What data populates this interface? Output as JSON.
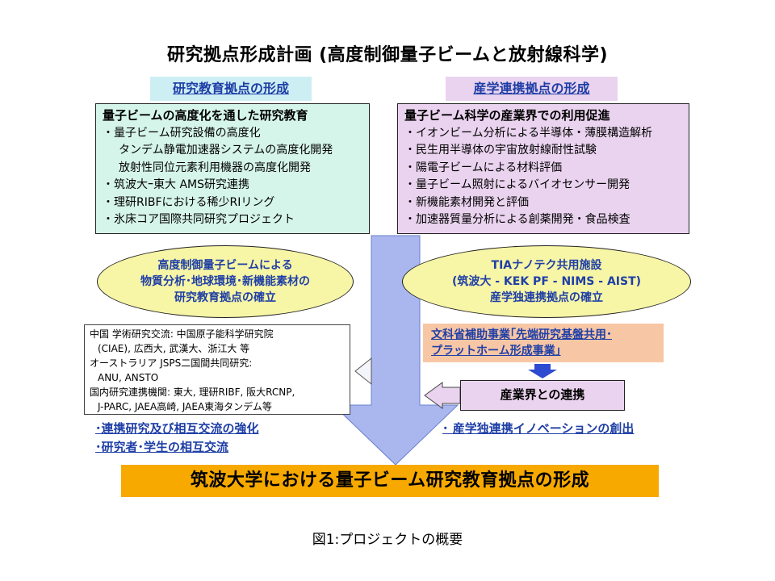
{
  "title": "研究拠点形成計画 (高度制御量子ビームと放射線科学)",
  "section_left": "研究教育拠点の形成",
  "section_right": "産学連携拠点の形成",
  "box_left": {
    "heading": "量子ビームの高度化を通した研究教育",
    "items": [
      "・量子ビーム研究設備の高度化",
      "タンデム静電加速器システムの高度化開発",
      "放射性同位元素利用機器の高度化開発",
      "・筑波大ｰ東大 AMS研究連携",
      "・理研RIBFにおける稀少RIリング",
      "・氷床コア国際共同研究プロジェクト"
    ]
  },
  "box_right": {
    "heading": "量子ビーム科学の産業界での利用促進",
    "items": [
      "・イオンビーム分析による半導体・薄膜構造解析",
      "・民生用半導体の宇宙放射線耐性試験",
      "・陽電子ビームによる材料評価",
      "・量子ビーム照射によるバイオセンサー開発",
      "・新機能素材開発と評価",
      "・加速器質量分析による創薬開発・食品検査"
    ]
  },
  "ellipse_left": {
    "lines": [
      "高度制御量子ビームによる",
      "物質分析･地球環境･新機能素材の",
      "研究教育拠点の確立"
    ]
  },
  "ellipse_right": {
    "lines": [
      "TIAナノテク共用施設",
      "(筑波大 - KEK PF - NIMS - AIST)",
      "産学独連携拠点の確立"
    ]
  },
  "collab": {
    "lines": [
      "中国 学術研究交流:  中国原子能科学研究院",
      "(CIAE), 広西大, 武漢大、浙江大 等",
      "オーストラリア JSPS二国間共同研究:",
      "ANU, ANSTO",
      "国内研究連携機関: 東大, 理研RIBF, 阪大RCNP,",
      "J-PARC, JAEA高崎, JAEA東海タンデム等"
    ]
  },
  "mext": {
    "lines": [
      "文科省補助事業｢先端研究基盤共用･",
      "プラットホーム形成事業｣"
    ]
  },
  "industry_label": "産業界との連携",
  "bullets_left": [
    "･連携研究及び相互交流の強化",
    "･研究者･学生の相互交流"
  ],
  "bullets_right": [
    "･ 産学独連携イノベーションの創出"
  ],
  "bottom_bar": "筑波大学における量子ビーム研究教育拠点の形成",
  "caption": "図1:プロジェクトの概要",
  "colors": {
    "left_section_bg": "#cdeff4",
    "right_section_bg": "#ead3ef",
    "left_box_bg": "#d6f5ea",
    "ellipse_bg": "#f7f5a6",
    "mext_bg": "#f7c6a5",
    "arrow_fill": "#a9b7ee",
    "bottom_bar_bg": "#f7a900",
    "accent_text": "#1f3fa6"
  }
}
